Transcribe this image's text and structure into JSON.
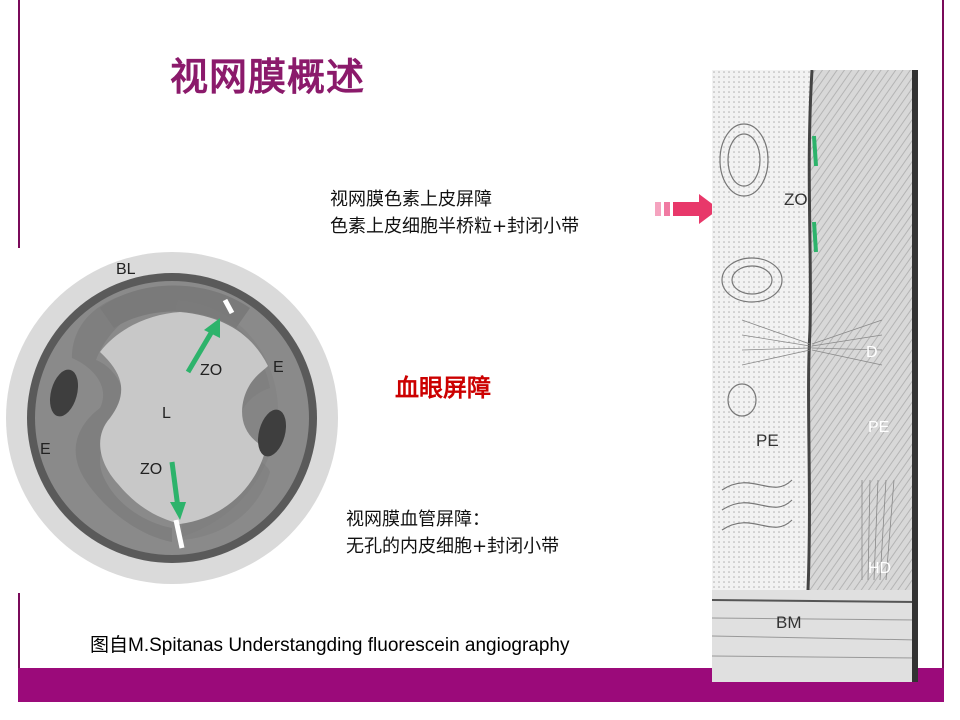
{
  "slide": {
    "title": "视网膜概述",
    "center_label": "血眼屏障",
    "rpe_barrier": {
      "line1": "视网膜色素上皮屏障",
      "line2": "色素上皮细胞半桥粒+封闭小带"
    },
    "vessel_barrier": {
      "line1": "视网膜血管屏障：",
      "line2": "无孔的内皮细胞+封闭小带"
    },
    "caption": "图自M.Spitanas  Understangding fluorescein angiography",
    "colors": {
      "title": "#8b1a6b",
      "center_label": "#cc0000",
      "bottom_bar": "#9b0a7a",
      "arrow": "#e8386a",
      "zo_arrow": "#2db36b"
    }
  },
  "vessel_diagram": {
    "labels": {
      "bl": "BL",
      "e_right": "E",
      "e_left": "E",
      "lumen": "L",
      "zo_top": "ZO",
      "zo_bottom": "ZO"
    }
  },
  "rpe_diagram": {
    "labels": {
      "zo": "ZO",
      "d": "D",
      "pe_left": "PE",
      "pe_right": "PE",
      "hd": "HD",
      "bm": "BM"
    }
  }
}
